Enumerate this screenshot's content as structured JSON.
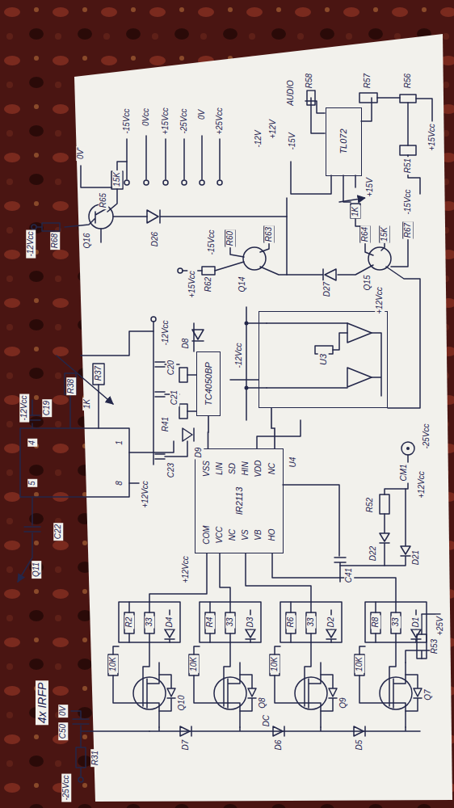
{
  "diagram": {
    "nodes": [
      {
        "text": [
          "TL072"
        ]
      },
      {
        "text": [
          "U3"
        ]
      },
      {
        "text": [
          "TC4050BP"
        ]
      },
      {
        "text": [
          "IR2113"
        ]
      }
    ],
    "edges": [
      {
        "from": 2,
        "to": 3,
        "arrow": "none"
      },
      {
        "from": 1,
        "to": 3,
        "arrow": "none"
      }
    ],
    "labels": [
      "+25Vcc",
      "0V",
      "-25Vcc",
      "+15Vcc",
      "0Vcc",
      "-15Vcc",
      "0V'",
      "15K",
      "R65",
      "R68",
      "-12Vcc",
      "Q16",
      "D26",
      "AUDIO",
      "R58",
      "R57",
      "R56",
      "+15Vcc",
      "-15V",
      "+12V",
      "-12V",
      "R51",
      "+15V",
      "1K",
      "-15Vcc",
      "R64",
      "15K",
      "R67",
      "Q15",
      "D27",
      "R60",
      "R63",
      "-15Vcc",
      "R62",
      "Q14",
      "+15Vcc",
      "+12Vcc",
      "-12Vcc",
      "-12Vcc",
      "C20",
      "C21",
      "D8",
      "R41",
      "D9",
      "C23",
      "R37",
      "1K",
      "R38",
      "-12Vcc",
      "C19",
      "4",
      "5",
      "1",
      "8",
      "C22",
      "Q11",
      "+12Vcc",
      "U4",
      "NC",
      "VDD",
      "HIN",
      "SD",
      "LIN",
      "VSS",
      "HO",
      "VB",
      "VS",
      "NC",
      "VCC",
      "COM",
      "+12Vcc",
      "CM1",
      "-25Vcc",
      "+12Vcc",
      "R52",
      "D22",
      "D21",
      "C41",
      "+25V",
      "R53",
      "R8",
      "33",
      "D1",
      "Q7",
      "R6",
      "33",
      "D2",
      "Q9",
      "R4",
      "33",
      "D3",
      "Q8",
      "R2",
      "33",
      "D4",
      "Q10",
      "10K",
      "10K",
      "10K",
      "10K",
      "D5",
      "D6",
      "D7",
      "DC",
      "C50",
      "R31",
      "0V",
      "-25Vcc",
      "4x IRFP"
    ]
  }
}
